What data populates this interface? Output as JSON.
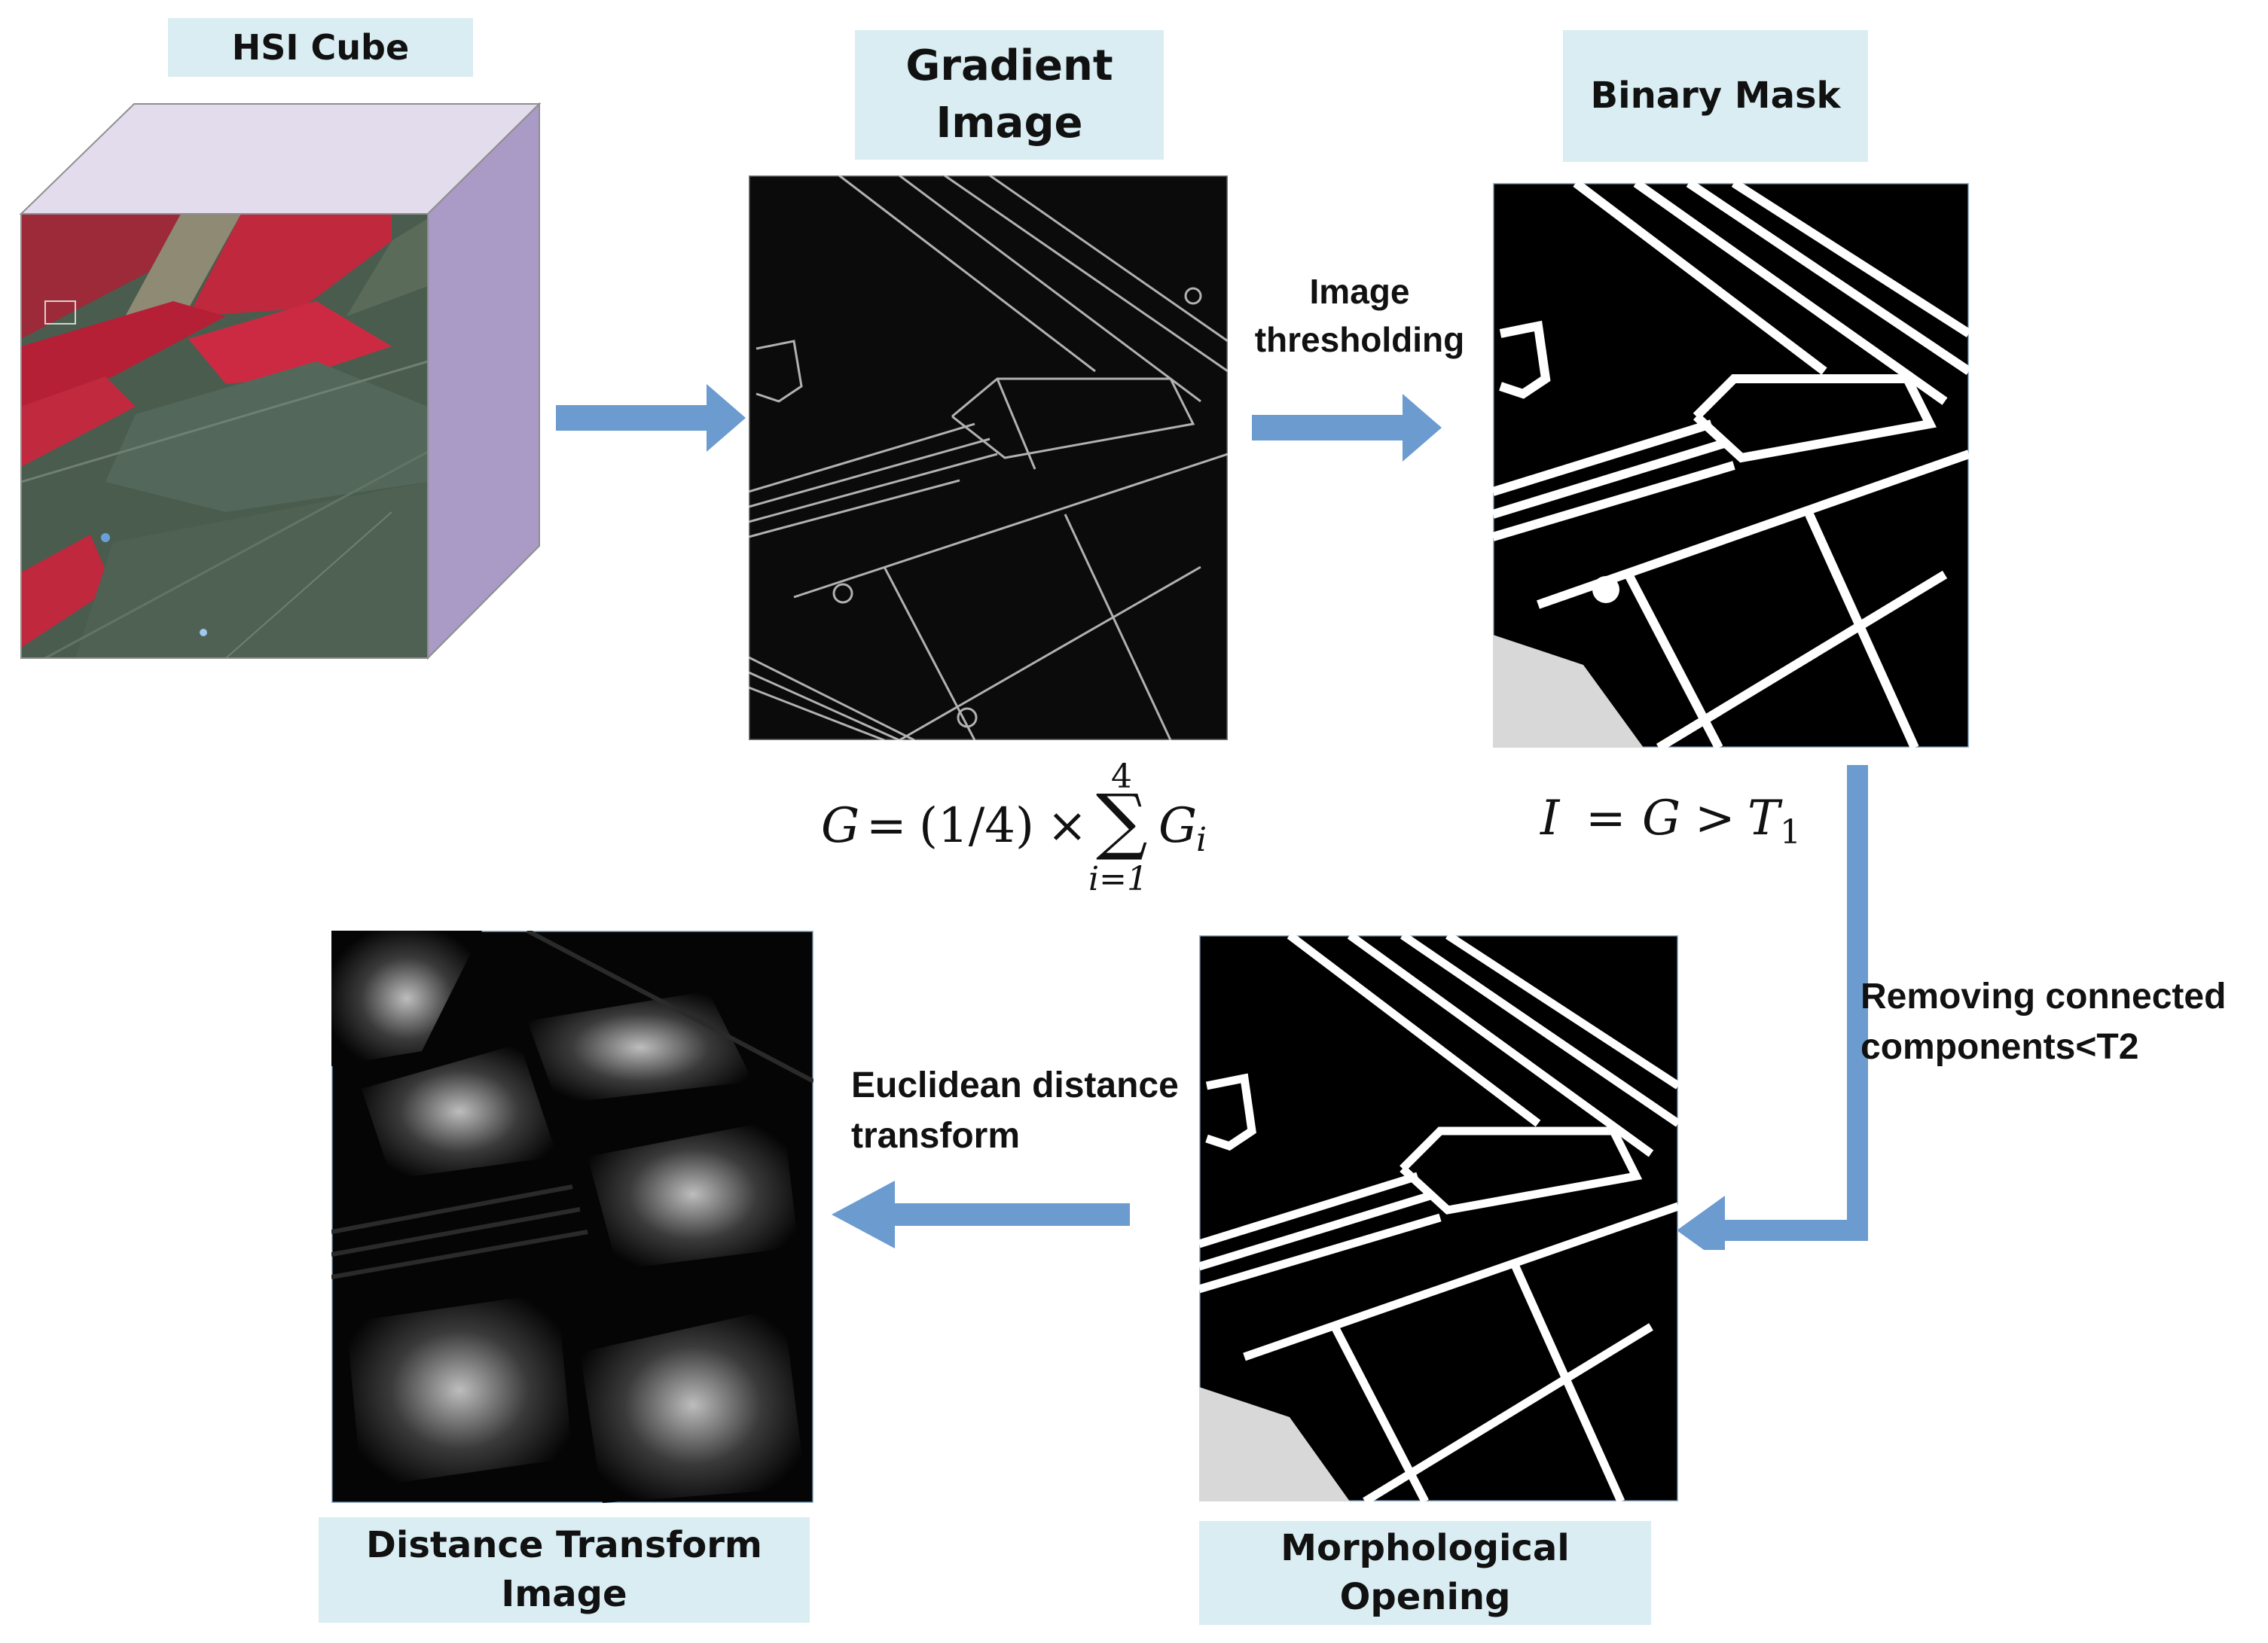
{
  "stages": {
    "hsi_cube": {
      "title": "HSI Cube"
    },
    "gradient": {
      "title_line1": "Gradient",
      "title_line2": "Image"
    },
    "binary_mask": {
      "title": "Binary Mask"
    },
    "morph_opening": {
      "title": "Morphological Opening"
    },
    "distance_transform": {
      "title_line1": "Distance Transform",
      "title_line2": "Image"
    }
  },
  "steps": {
    "thresholding": {
      "line1": "Image",
      "line2": "thresholding"
    },
    "removing_components": {
      "line1": "Removing connected",
      "line2": "components<T2"
    },
    "euclidean": {
      "line1": "Euclidean distance",
      "line2": "transform"
    }
  },
  "equations": {
    "gradient": {
      "lhs": "G",
      "eq": "=",
      "factor": "(1/4)",
      "times": "×",
      "sum": "∑",
      "upper": "4",
      "lower": "i=1",
      "term": "G",
      "sub": "i"
    },
    "threshold": {
      "lhs": "I",
      "eq": "=",
      "mid": "G",
      "gt": ">",
      "rhs": "T",
      "sub": "1"
    }
  },
  "colors": {
    "arrow": "#6b9bcf",
    "label_bg": "#d9edf3",
    "cube_top": "#e3dced",
    "cube_side": "#aa9ac6",
    "field_green": "#4a5c4e",
    "field_red": "#c0283e"
  }
}
